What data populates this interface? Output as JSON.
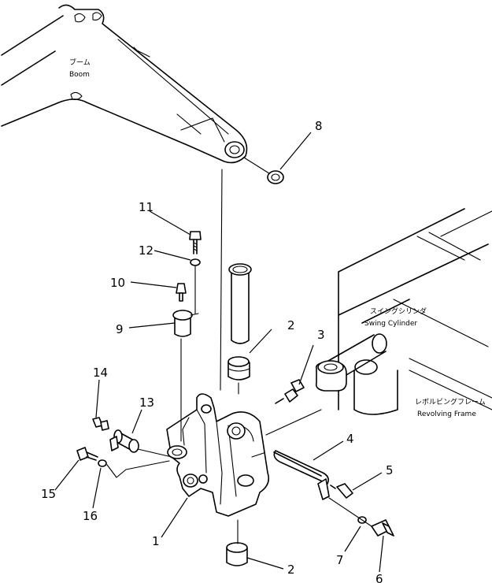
{
  "labels": {
    "boom_jp": "ブーム",
    "boom_en": "Boom",
    "swing_cyl_jp": "スイングシリンダ",
    "swing_cyl_en": "Swing Cylinder",
    "rev_frame_jp": "レボルビングフレーム",
    "rev_frame_en": "Revolving Frame"
  },
  "callouts": {
    "c1": "1",
    "c2a": "2",
    "c2b": "2",
    "c3": "3",
    "c4": "4",
    "c5": "5",
    "c6": "6",
    "c7": "7",
    "c8": "8",
    "c9": "9",
    "c10": "10",
    "c11": "11",
    "c12": "12",
    "c13": "13",
    "c14": "14",
    "c15": "15",
    "c16": "16"
  }
}
